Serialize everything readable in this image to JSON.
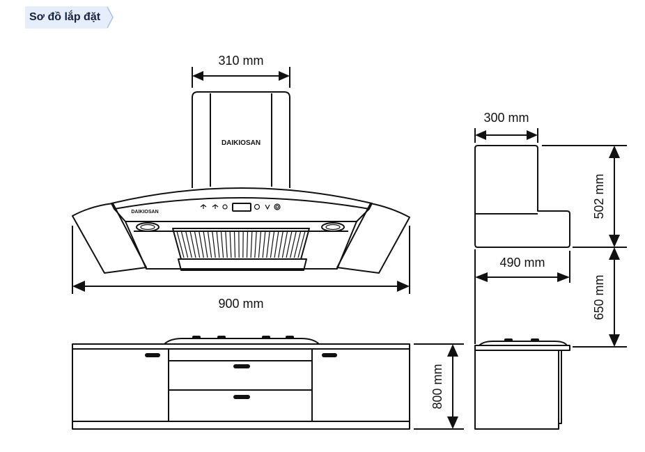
{
  "header": {
    "title": "Sơ đồ lắp đặt"
  },
  "brand": "DAIKIOSAN",
  "colors": {
    "tag_bg": "#e6eefb",
    "tag_text": "#16233f",
    "tag_arrow": "#a8c0ec",
    "line": "#111111"
  },
  "dimensions": {
    "chimney_width": "310 mm",
    "hood_width": "900 mm",
    "side_depth_top": "300 mm",
    "side_height": "502 mm",
    "side_depth_bottom": "490 mm",
    "mount_gap": "650 mm",
    "cabinet_height": "800 mm"
  }
}
